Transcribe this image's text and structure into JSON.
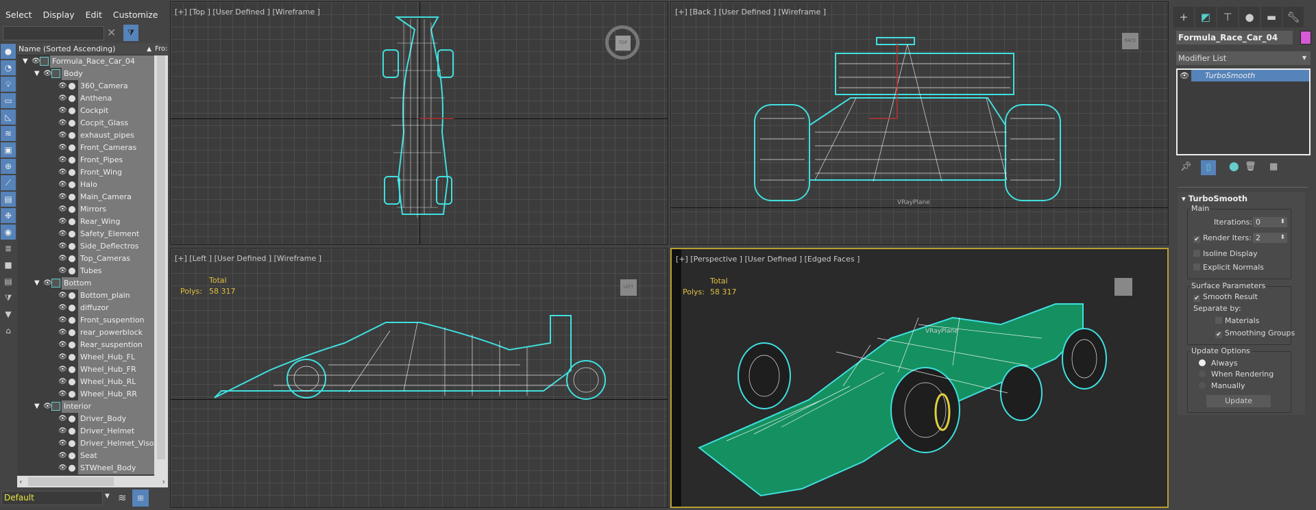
{
  "scene_explorer": {
    "menu": [
      "Select",
      "Display",
      "Edit",
      "Customize"
    ],
    "search": {
      "value": "",
      "placeholder": ""
    },
    "column_header": "Name (Sorted Ascending)",
    "column2_header": "Fro:",
    "tree": [
      {
        "label": "Formula_Race_Car_04",
        "level": 0,
        "type": "group"
      },
      {
        "label": "Body",
        "level": 1,
        "type": "group"
      },
      {
        "label": "360_Camera",
        "level": 2
      },
      {
        "label": "Anthena",
        "level": 2
      },
      {
        "label": "Cockpit",
        "level": 2
      },
      {
        "label": "Cocpit_Glass",
        "level": 2
      },
      {
        "label": "exhaust_pipes",
        "level": 2
      },
      {
        "label": "Front_Cameras",
        "level": 2
      },
      {
        "label": "Front_Pipes",
        "level": 2
      },
      {
        "label": "Front_Wing",
        "level": 2
      },
      {
        "label": "Halo",
        "level": 2
      },
      {
        "label": "Main_Camera",
        "level": 2
      },
      {
        "label": "Mirrors",
        "level": 2
      },
      {
        "label": "Rear_Wing",
        "level": 2
      },
      {
        "label": "Safety_Element",
        "level": 2
      },
      {
        "label": "Side_Deflectros",
        "level": 2
      },
      {
        "label": "Top_Cameras",
        "level": 2
      },
      {
        "label": "Tubes",
        "level": 2
      },
      {
        "label": "Bottom",
        "level": 1,
        "type": "group"
      },
      {
        "label": "Bottom_plain",
        "level": 2
      },
      {
        "label": "diffuzor",
        "level": 2
      },
      {
        "label": "Front_suspention",
        "level": 2
      },
      {
        "label": "rear_powerblock",
        "level": 2
      },
      {
        "label": "Rear_suspention",
        "level": 2
      },
      {
        "label": "Wheel_Hub_FL",
        "level": 2
      },
      {
        "label": "Wheel_Hub_FR",
        "level": 2
      },
      {
        "label": "Wheel_Hub_RL",
        "level": 2
      },
      {
        "label": "Wheel_Hub_RR",
        "level": 2
      },
      {
        "label": "Interior",
        "level": 1,
        "type": "group"
      },
      {
        "label": "Driver_Body",
        "level": 2
      },
      {
        "label": "Driver_Helmet",
        "level": 2
      },
      {
        "label": "Driver_Helmet_Visor",
        "level": 2
      },
      {
        "label": "Seat",
        "level": 2
      },
      {
        "label": "STWheel_Body",
        "level": 2
      }
    ],
    "layer": "Default"
  },
  "viewports": {
    "top": {
      "label": "[+] [Top ] [User Defined ] [Wireframe ]",
      "viewcube": "TOP"
    },
    "back": {
      "label": "[+] [Back ] [User Defined ] [Wireframe ]",
      "viewcube": "BACK",
      "ground": "VRayPlane"
    },
    "left": {
      "label": "[+] [Left ] [User Defined ] [Wireframe ]",
      "viewcube": "LEFT",
      "stats_title": "Total",
      "polys_label": "Polys:",
      "polys": "58 317"
    },
    "perspective": {
      "label": "[+] [Perspective ] [User Defined ] [Edged Faces ]",
      "stats_title": "Total",
      "polys_label": "Polys:",
      "polys": "58 317",
      "ground": "VRayPlane"
    }
  },
  "command_panel": {
    "object_name": "Formula_Race_Car_04",
    "object_color": "#d65ad6",
    "modifier_list": "Modifier List",
    "stack": [
      "TurboSmooth"
    ],
    "rollout": {
      "title": "TurboSmooth",
      "main": "Main",
      "iterations_label": "Iterations:",
      "iterations": "0",
      "render_iters_label": "Render Iters:",
      "render_iters": "2",
      "render_iters_checked": true,
      "isoline": "Isoline Display",
      "isoline_checked": false,
      "explicit_normals": "Explicit Normals",
      "explicit_normals_checked": false,
      "surface": "Surface Parameters",
      "smooth_result": "Smooth Result",
      "smooth_result_checked": true,
      "separate_by": "Separate by:",
      "materials": "Materials",
      "materials_checked": false,
      "smoothing_groups": "Smoothing Groups",
      "smoothing_groups_checked": true,
      "update_options": "Update Options",
      "always": "Always",
      "when_rendering": "When Rendering",
      "manually": "Manually",
      "selected_update": "Always",
      "update_button": "Update"
    }
  },
  "colors": {
    "selection": "#40e0e0",
    "active_viewport": "#b8a030",
    "accent": "#5683b9"
  }
}
